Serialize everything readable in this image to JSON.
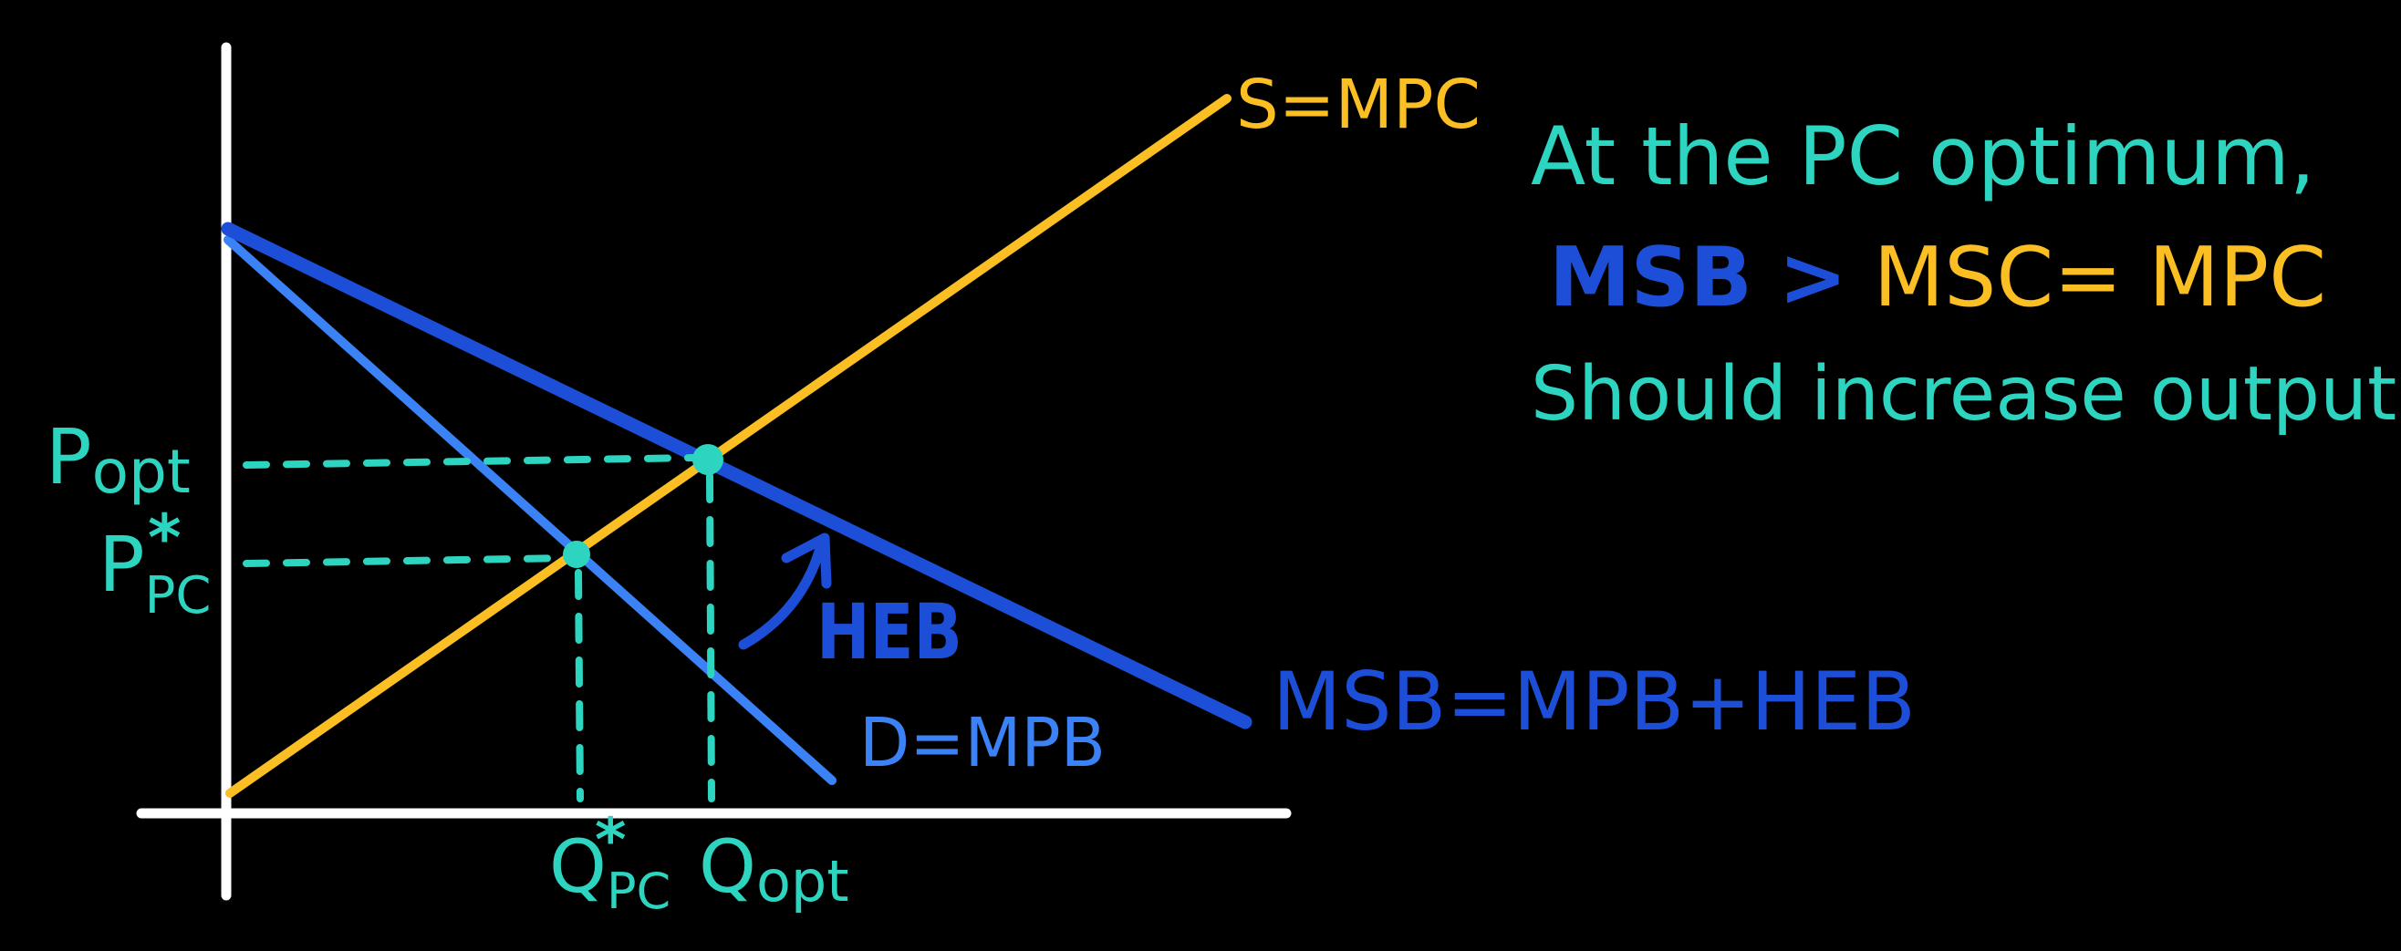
{
  "colors": {
    "background": "#000000",
    "axes": "#ffffff",
    "supply": "#fbbf24",
    "demand": "#3b82f6",
    "msb": "#1d4ed8",
    "teal": "#2dd4bf"
  },
  "labels": {
    "supply": "S=MPC",
    "demand": "D=MPB",
    "msb": "MSB=MPB+HEB",
    "heb": "HEB",
    "p_opt_main": "P",
    "p_opt_sub": "opt",
    "p_pc_main": "P",
    "p_pc_sub": "PC",
    "p_pc_sup": "*",
    "q_pc_main": "Q",
    "q_pc_sub": "PC",
    "q_pc_sup": "*",
    "q_opt_main": "Q",
    "q_opt_sub": "opt"
  },
  "note": {
    "line1": "At the PC optimum,",
    "line2_msb": "MSB",
    "line2_gt": ">",
    "line2_msc": "MSC= MPC",
    "line3": "Should increase output"
  }
}
